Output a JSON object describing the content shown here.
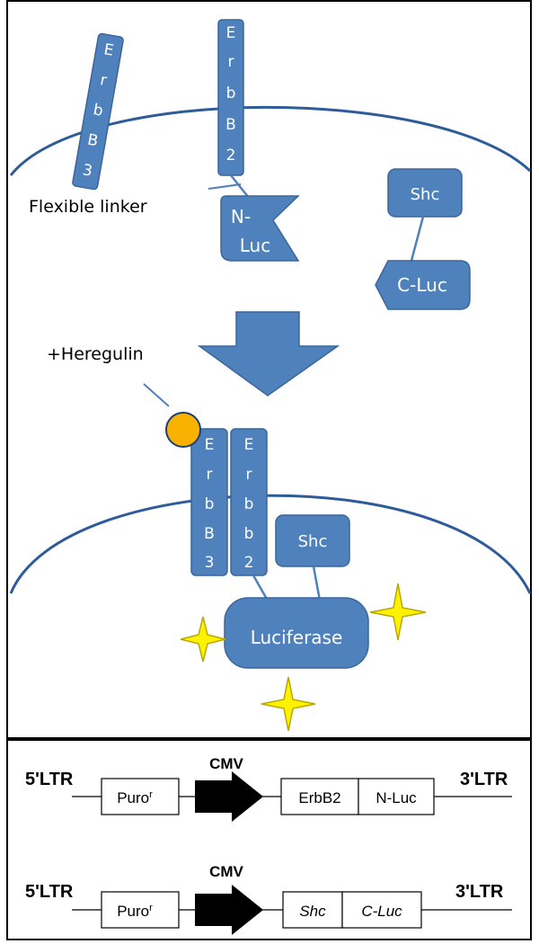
{
  "top_panel": {
    "receptor_erbb3_letters": [
      "E",
      "r",
      "b",
      "B",
      "3"
    ],
    "receptor_erbb2_letters": [
      "E",
      "r",
      "b",
      "B",
      "2"
    ],
    "flexible_linker_label": "Flexible linker",
    "nluc_line1": "N-",
    "nluc_line2": "Luc",
    "shc_label": "Shc",
    "cluc_label": "C-Luc",
    "heregulin_label": "+Heregulin",
    "dimer_erbb3_letters": [
      "E",
      "r",
      "b",
      "B",
      "3"
    ],
    "dimer_erbb2_letters": [
      "E",
      "r",
      "b",
      "b",
      "2"
    ],
    "dimer_shc_label": "Shc",
    "luciferase_label": "Luciferase"
  },
  "constructs": [
    {
      "ltr5": "5'LTR",
      "promoter": "CMV",
      "selection_base": "Puro",
      "selection_sup": "r",
      "gene": "ErbB2",
      "fusion": "N-Luc",
      "ltr3": "3'LTR"
    },
    {
      "ltr5": "5'LTR",
      "promoter": "CMV",
      "selection_base": "Puro",
      "selection_sup": "r",
      "gene": "Shc",
      "fusion": "C-Luc",
      "ltr3": "3'LTR"
    }
  ],
  "colors": {
    "protein_fill": "#4F81BD",
    "protein_stroke": "#3A6699",
    "membrane": "#2E5C9A",
    "ligand": "#F9B200",
    "ligand_stroke": "#1F3F77",
    "sparkle": "#FFF200",
    "sparkle_stroke": "#B8A800",
    "arrow_fill": "#4F81BD",
    "text_light": "#ffffff",
    "text_dark": "#000000"
  }
}
